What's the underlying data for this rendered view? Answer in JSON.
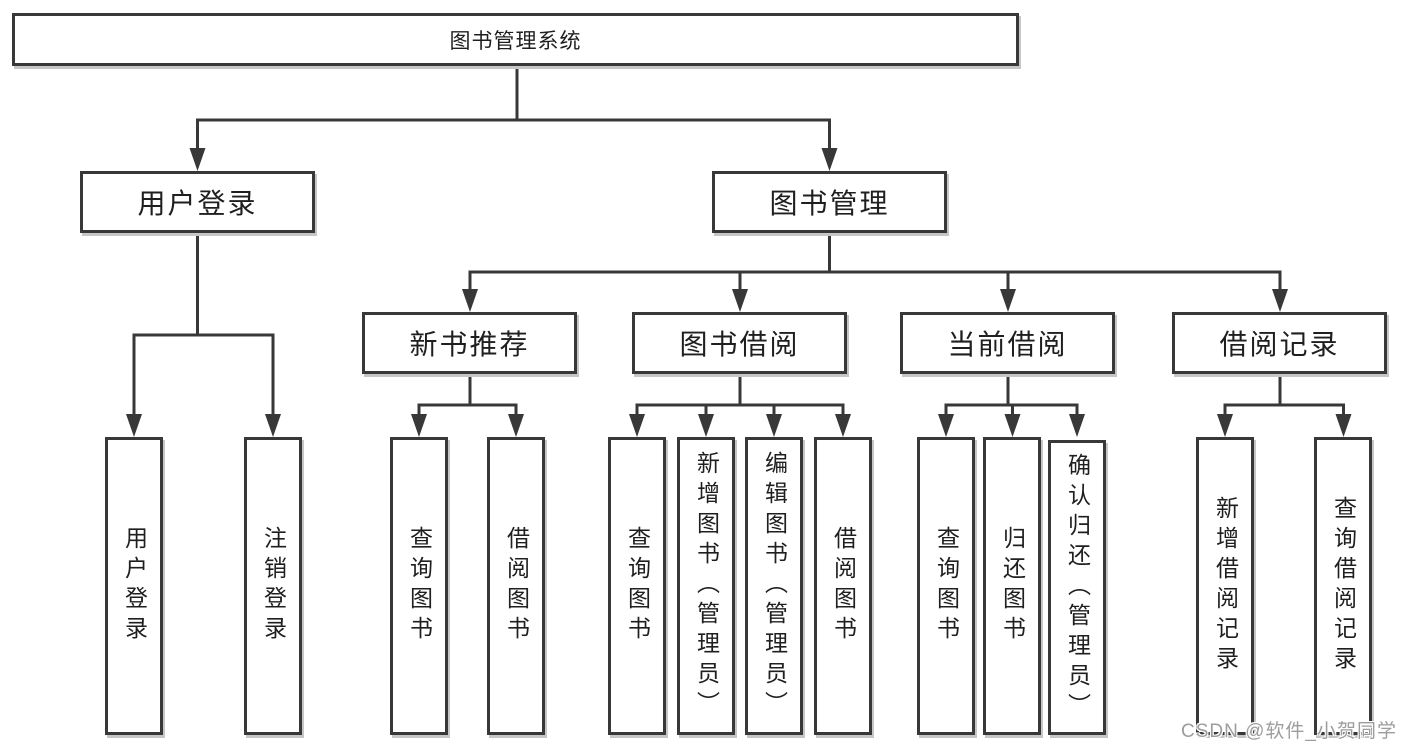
{
  "tree": {
    "root": "图书管理系统",
    "level2": [
      "用户登录",
      "图书管理"
    ],
    "level3": [
      "新书推荐",
      "图书借阅",
      "当前借阅",
      "借阅记录"
    ],
    "leaves": {
      "login_group": [
        "用户登录",
        "注销登录"
      ],
      "newbook_group": [
        "查询图书",
        "借阅图书"
      ],
      "borrow_group": [
        "查询图书",
        "新增图书（管理员）",
        "编辑图书（管理员）",
        "借阅图书"
      ],
      "current_group": [
        "查询图书",
        "归还图书",
        "确认归还（管理员）"
      ],
      "record_group": [
        "新增借阅记录",
        "查询借阅记录"
      ]
    }
  },
  "watermark": {
    "text": "CSDN @软件_小贺同学"
  },
  "colors": {
    "line": "#383838",
    "text": "#1f1f1f",
    "background": "#ffffff",
    "shadow": "#c6c6c6",
    "watermark": "#9d9d9d"
  }
}
